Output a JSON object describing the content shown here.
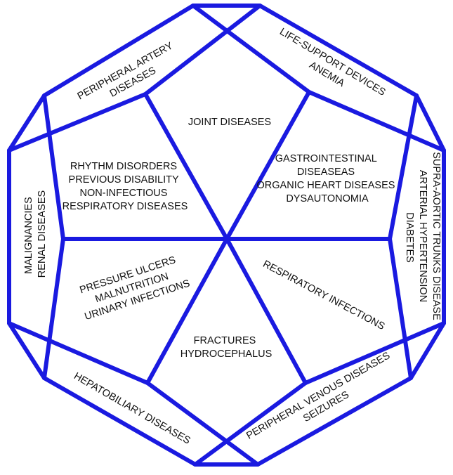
{
  "diagram": {
    "line_color": "#1a1ae0",
    "regions": {
      "top_left": [
        "PERIPHERAL ARTERY",
        "DISEASES"
      ],
      "top_right": [
        "LIFE-SUPPORT DEVICES",
        "ANEMIA"
      ],
      "center_top": [
        "JOINT DISEASES"
      ],
      "center_upper_left": [
        "RHYTHM DISORDERS",
        "PREVIOUS DISABILITY",
        "NON-INFECTIOUS",
        "RESPIRATORY DISEASES"
      ],
      "center_upper_right": [
        "GASTROINTESTINAL",
        "DISEASEAS",
        "ORGANIC HEART DISEASES",
        "DYSAUTONOMIA"
      ],
      "center_lower_left": [
        "PRESSURE ULCERS",
        "MALNUTRITION",
        "URINARY INFECTIONS"
      ],
      "center_lower_right": [
        "RESPIRATORY INFECTIONS"
      ],
      "center_bottom": [
        "FRACTURES",
        "HYDROCEPHALUS"
      ],
      "left": [
        "MALIGNANCIES",
        "RENAL DISEASES"
      ],
      "right": [
        "SUPRA-AORTIC TRUNKS DISEASE",
        "ARTERIAL  HYPERTENSION",
        "DIABETES"
      ],
      "bottom_left": [
        "HEPATOBILIARY DISEASES"
      ],
      "bottom_right": [
        "PERIPHERAL VENOUS DISEASES",
        "SEIZURES"
      ]
    }
  }
}
